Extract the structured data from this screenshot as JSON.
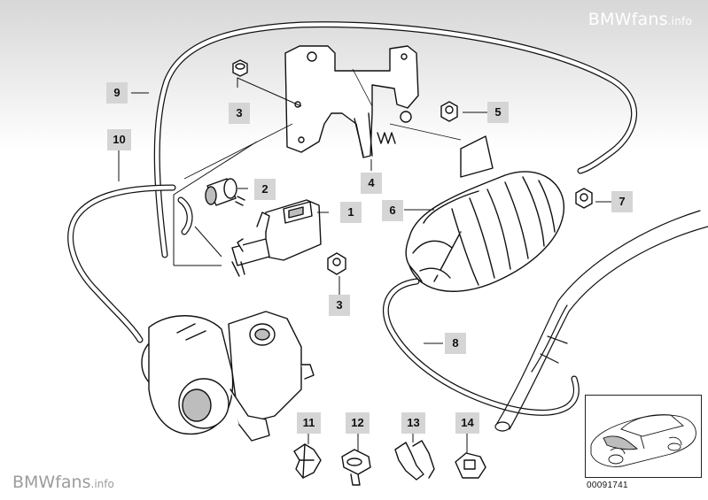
{
  "watermark_top": "BMWfans",
  "watermark_top_suffix": ".info",
  "watermark_bottom": "BMWfans",
  "watermark_bottom_suffix": ".info",
  "diagram_number": "00091741",
  "callouts": {
    "c1": "1",
    "c2": "2",
    "c3a": "3",
    "c3b": "3",
    "c4": "4",
    "c5": "5",
    "c6": "6",
    "c7": "7",
    "c8": "8",
    "c9": "9",
    "c10": "10",
    "c11": "11",
    "c12": "12",
    "c13": "13",
    "c14": "14"
  },
  "colors": {
    "line": "#111111",
    "callout_bg": "#d5d5d5",
    "part_fill": "#ffffff",
    "shade": "#bdbdbd"
  }
}
